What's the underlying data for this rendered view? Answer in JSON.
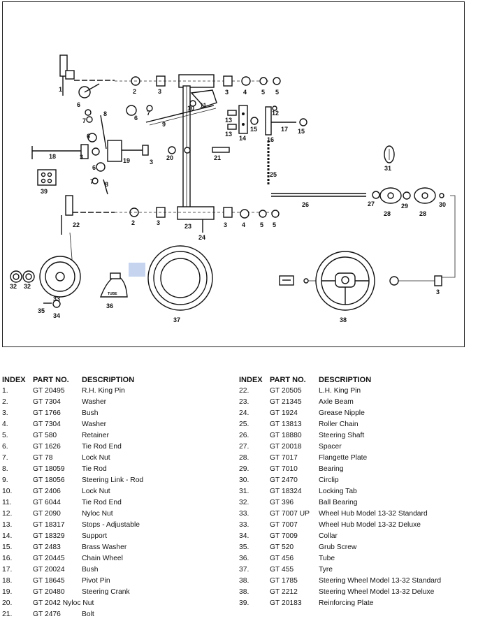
{
  "diagram": {
    "callouts": [
      {
        "id": "c1",
        "label": "1"
      },
      {
        "id": "c2a",
        "label": "2"
      },
      {
        "id": "c3a",
        "label": "3"
      },
      {
        "id": "c3b",
        "label": "3"
      },
      {
        "id": "c4a",
        "label": "4"
      },
      {
        "id": "c5a",
        "label": "5"
      },
      {
        "id": "c5b",
        "label": "5"
      },
      {
        "id": "c6a",
        "label": "6"
      },
      {
        "id": "c7a",
        "label": "7"
      },
      {
        "id": "c8a",
        "label": "8"
      },
      {
        "id": "c6b",
        "label": "6"
      },
      {
        "id": "c7b",
        "label": "7"
      },
      {
        "id": "c9",
        "label": "9"
      },
      {
        "id": "c10",
        "label": "10"
      },
      {
        "id": "c11",
        "label": "11"
      },
      {
        "id": "c12",
        "label": "12"
      },
      {
        "id": "c13a",
        "label": "13"
      },
      {
        "id": "c13b",
        "label": "13"
      },
      {
        "id": "c14",
        "label": "14"
      },
      {
        "id": "c15a",
        "label": "15"
      },
      {
        "id": "c16",
        "label": "16"
      },
      {
        "id": "c17",
        "label": "17"
      },
      {
        "id": "c15b",
        "label": "15"
      },
      {
        "id": "c18",
        "label": "18"
      },
      {
        "id": "c6c",
        "label": "6"
      },
      {
        "id": "c3c",
        "label": "3"
      },
      {
        "id": "c19",
        "label": "19"
      },
      {
        "id": "c3d",
        "label": "3"
      },
      {
        "id": "c20",
        "label": "20"
      },
      {
        "id": "c21",
        "label": "21"
      },
      {
        "id": "c6d",
        "label": "6"
      },
      {
        "id": "c7c",
        "label": "7"
      },
      {
        "id": "c8b",
        "label": "8"
      },
      {
        "id": "c39",
        "label": "39"
      },
      {
        "id": "c25",
        "label": "25"
      },
      {
        "id": "c31",
        "label": "31"
      },
      {
        "id": "c26",
        "label": "26"
      },
      {
        "id": "c27",
        "label": "27"
      },
      {
        "id": "c28a",
        "label": "28"
      },
      {
        "id": "c29",
        "label": "29"
      },
      {
        "id": "c28b",
        "label": "28"
      },
      {
        "id": "c30",
        "label": "30"
      },
      {
        "id": "c22",
        "label": "22"
      },
      {
        "id": "c2b",
        "label": "2"
      },
      {
        "id": "c3e",
        "label": "3"
      },
      {
        "id": "c23",
        "label": "23"
      },
      {
        "id": "c3f",
        "label": "3"
      },
      {
        "id": "c4b",
        "label": "4"
      },
      {
        "id": "c5c",
        "label": "5"
      },
      {
        "id": "c5d",
        "label": "5"
      },
      {
        "id": "c24",
        "label": "24"
      },
      {
        "id": "c32a",
        "label": "32"
      },
      {
        "id": "c32b",
        "label": "32"
      },
      {
        "id": "c33",
        "label": "33"
      },
      {
        "id": "c35",
        "label": "35"
      },
      {
        "id": "c34",
        "label": "34"
      },
      {
        "id": "c36",
        "label": "36"
      },
      {
        "id": "c37",
        "label": "37"
      },
      {
        "id": "c38",
        "label": "38"
      },
      {
        "id": "c3g",
        "label": "3"
      }
    ],
    "tube_print": "TUBE"
  },
  "parts_table": {
    "headers": {
      "index": "INDEX",
      "part_no": "PART NO.",
      "description": "DESCRIPTION"
    },
    "left_rows": [
      {
        "index": "1.",
        "part": "GT  20495",
        "desc": "R.H. King Pin"
      },
      {
        "index": "2.",
        "part": "GT  7304",
        "desc": "Washer"
      },
      {
        "index": "3.",
        "part": "GT  1766",
        "desc": "Bush"
      },
      {
        "index": "4.",
        "part": "GT  7304",
        "desc": "Washer"
      },
      {
        "index": "5.",
        "part": "GT  580",
        "desc": "Retainer"
      },
      {
        "index": "6.",
        "part": "GT  1626",
        "desc": "Tie Rod End"
      },
      {
        "index": "7.",
        "part": "GT  78",
        "desc": "Lock Nut"
      },
      {
        "index": "8.",
        "part": "GT  18059",
        "desc": "Tie Rod"
      },
      {
        "index": "9.",
        "part": "GT  18056",
        "desc": "Steering Link - Rod"
      },
      {
        "index": "10.",
        "part": "GT  2406",
        "desc": "Lock Nut"
      },
      {
        "index": "11.",
        "part": "GT  6044",
        "desc": "Tie Rod End"
      },
      {
        "index": "12.",
        "part": "GT  2090",
        "desc": "Nyloc Nut"
      },
      {
        "index": "13.",
        "part": "GT  18317",
        "desc": "Stops - Adjustable"
      },
      {
        "index": "14.",
        "part": "GT  18329",
        "desc": "Support"
      },
      {
        "index": "15.",
        "part": "GT  2483",
        "desc": "Brass Washer"
      },
      {
        "index": "16.",
        "part": "GT  20445",
        "desc": "Chain Wheel"
      },
      {
        "index": "17.",
        "part": "GT  20024",
        "desc": "Bush"
      },
      {
        "index": "18.",
        "part": "GT  18645",
        "desc": "Pivot Pin"
      },
      {
        "index": "19.",
        "part": "GT  20480",
        "desc": "Steering Crank"
      },
      {
        "index": "20.",
        "part": "GT  2042 Nyloc Nut",
        "desc": ""
      },
      {
        "index": "21.",
        "part": "GT  2476",
        "desc": "Bolt"
      }
    ],
    "right_rows": [
      {
        "index": "22.",
        "part": "GT  20505",
        "desc": "L.H. King Pin"
      },
      {
        "index": "23.",
        "part": "GT  21345",
        "desc": "Axle Beam"
      },
      {
        "index": "24.",
        "part": "GT  1924",
        "desc": "Grease Nipple"
      },
      {
        "index": "25.",
        "part": "GT  13813",
        "desc": "Roller Chain"
      },
      {
        "index": "26.",
        "part": "GT  18880",
        "desc": "Steering Shaft"
      },
      {
        "index": "27.",
        "part": "GT  20018",
        "desc": "Spacer"
      },
      {
        "index": "28.",
        "part": "GT  7017",
        "desc": "Flangette Plate"
      },
      {
        "index": "29.",
        "part": "GT  7010",
        "desc": "Bearing"
      },
      {
        "index": "30.",
        "part": "GT  2470",
        "desc": "Circlip"
      },
      {
        "index": "31.",
        "part": "GT  18324",
        "desc": "Locking Tab"
      },
      {
        "index": "32.",
        "part": "GT  396",
        "desc": "Ball Bearing"
      },
      {
        "index": "33.",
        "part": "GT  7007 UP",
        "desc": "Wheel Hub Model 13-32 Standard"
      },
      {
        "index": "33.",
        "part": "GT  7007",
        "desc": "Wheel Hub Model 13-32 Deluxe"
      },
      {
        "index": "34.",
        "part": "GT  7009",
        "desc": "Collar"
      },
      {
        "index": "35.",
        "part": "GT  520",
        "desc": "Grub Screw"
      },
      {
        "index": "36.",
        "part": "GT  456",
        "desc": "Tube"
      },
      {
        "index": "37.",
        "part": "GT  455",
        "desc": "Tyre"
      },
      {
        "index": "38.",
        "part": "GT  1785",
        "desc": "Steering Wheel Model 13-32 Standard"
      },
      {
        "index": "38.",
        "part": "GT  2212",
        "desc": "Steering Wheel Model 13-32 Deluxe"
      },
      {
        "index": "39.",
        "part": "GT  20183",
        "desc": "Reinforcing Plate"
      }
    ]
  }
}
